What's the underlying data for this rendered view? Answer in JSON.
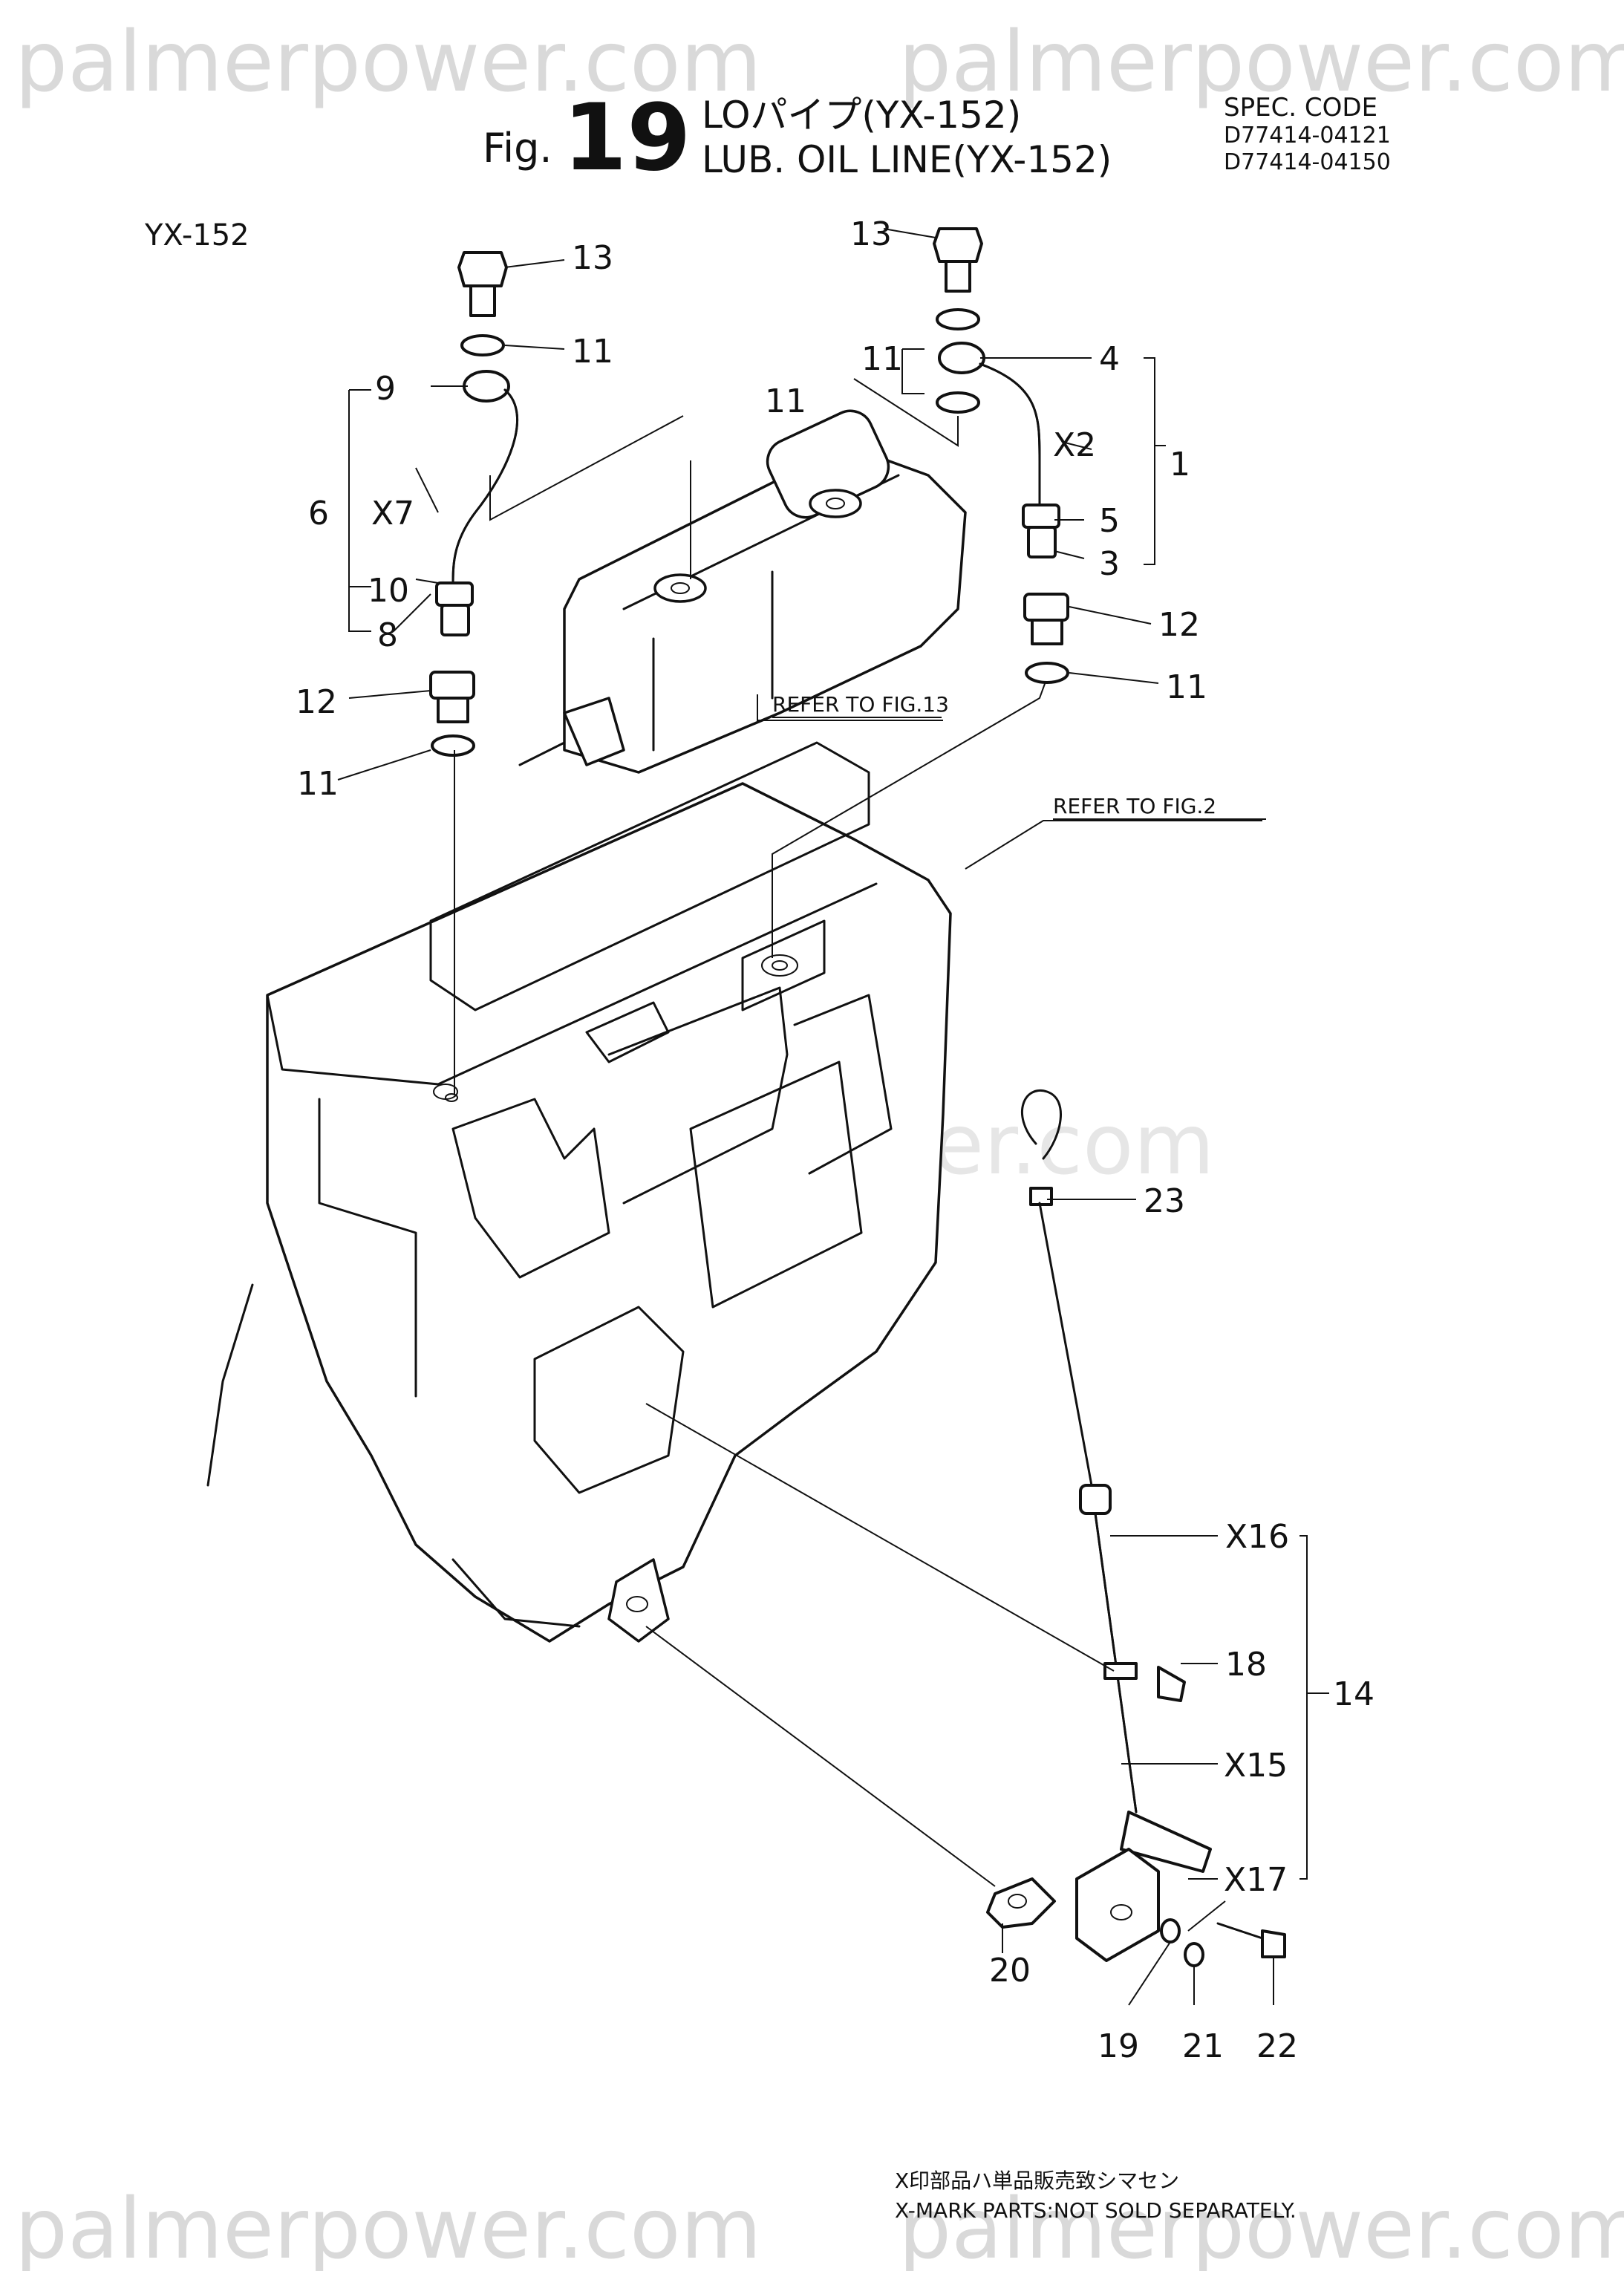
{
  "watermarks": {
    "top_left": "palmerpower.com",
    "top_right": "palmerpower.com",
    "middle": "palmerpower.com",
    "bottom_left": "palmerpower.com",
    "bottom_right": "palmerpower.com"
  },
  "header": {
    "fig_prefix": "Fig.",
    "fig_number": "19",
    "title_jp": "LOパイプ(YX-152)",
    "title_en": "LUB. OIL LINE(YX-152)",
    "spec_label": "SPEC. CODE",
    "spec_codes": [
      "D77414-04121",
      "D77414-04150"
    ]
  },
  "model_label": "YX-152",
  "references": {
    "fig13": "REFER TO FIG.13",
    "fig2": "REFER TO FIG.2"
  },
  "callouts": {
    "c1": "1",
    "c3": "3",
    "c4": "4",
    "c5": "5",
    "c6": "6",
    "c8": "8",
    "c9": "9",
    "c10": "10",
    "x2": "X2",
    "x7": "X7",
    "c11_a": "11",
    "c11_b": "11",
    "c11_c": "11",
    "c11_d": "11",
    "c11_e": "11",
    "c12_left": "12",
    "c12_right": "12",
    "c13_left": "13",
    "c13_right": "13",
    "c14": "14",
    "x15": "X15",
    "x16": "X16",
    "x17": "X17",
    "c18": "18",
    "c19": "19",
    "c20": "20",
    "c21": "21",
    "c22": "22",
    "c23": "23"
  },
  "footer": {
    "note_jp": "X印部品ハ単品販売致シマセン",
    "note_en": "X-MARK PARTS:NOT SOLD SEPARATELY."
  }
}
